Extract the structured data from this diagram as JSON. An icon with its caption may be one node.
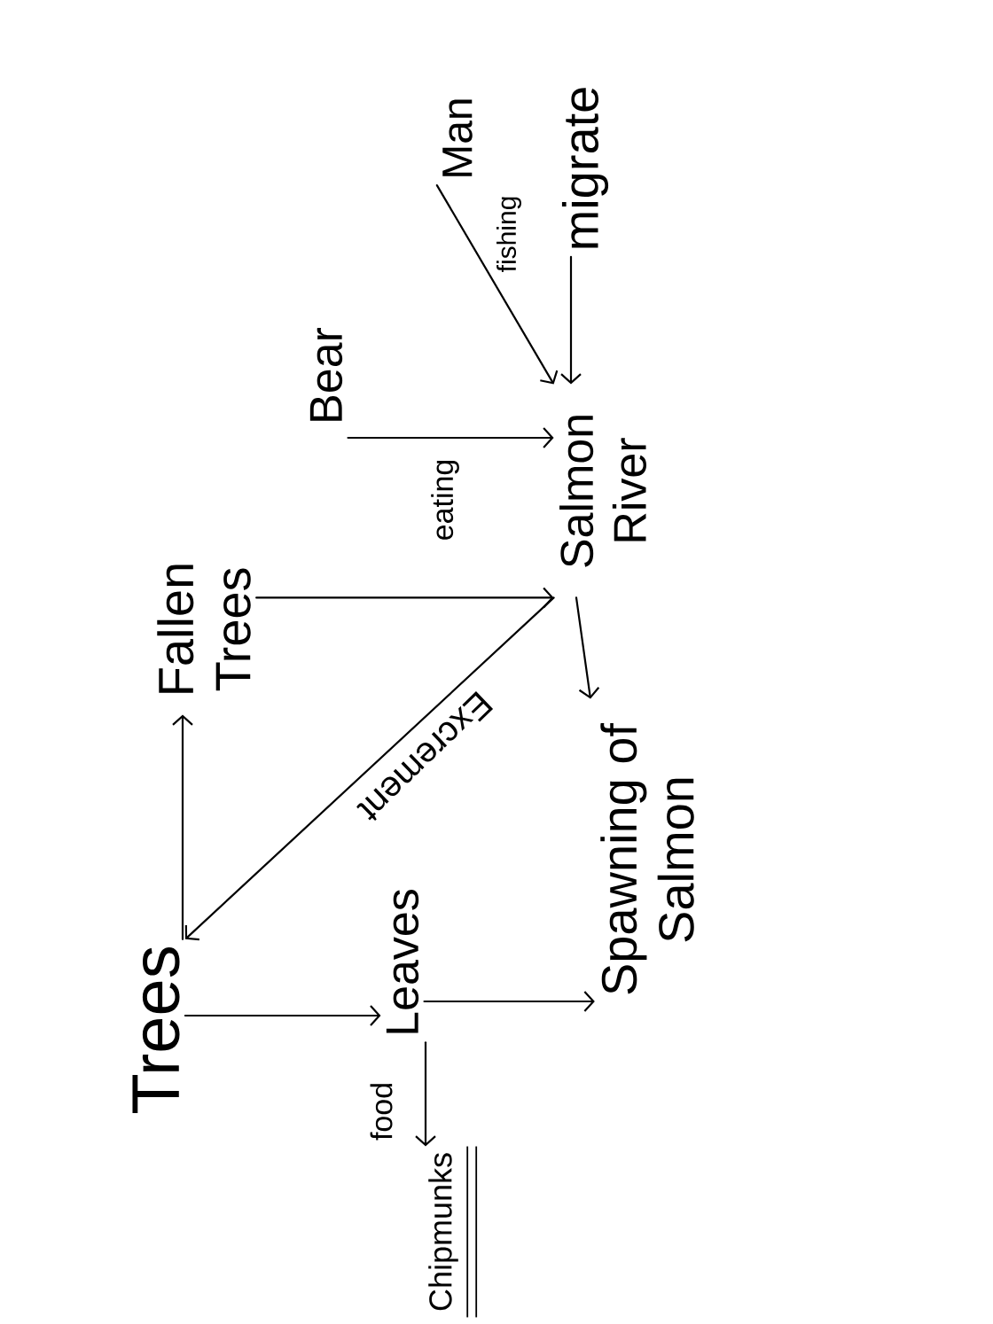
{
  "diagram": {
    "nodes": [
      {
        "text": [
          "Trees"
        ]
      },
      {
        "text": [
          "Fallen Trees"
        ]
      },
      {
        "text": [
          "Leaves"
        ]
      },
      {
        "text": [
          "Chipmunks"
        ]
      },
      {
        "text": [
          "Spawning of Salmon"
        ]
      },
      {
        "text": [
          "Salmon River"
        ]
      },
      {
        "text": [
          "Bear"
        ]
      },
      {
        "text": [
          "Man"
        ]
      },
      {
        "text": [
          "migrate"
        ]
      }
    ],
    "edges": [
      {
        "from": 0,
        "to": 1,
        "arrow": "to"
      },
      {
        "from": 0,
        "to": 2,
        "arrow": "to"
      },
      {
        "from": 2,
        "to": 4,
        "arrow": "to"
      },
      {
        "from": 2,
        "to": 3,
        "arrow": "to",
        "label": "food"
      },
      {
        "from": 1,
        "to": 5,
        "arrow": "to"
      },
      {
        "from": 5,
        "to": 0,
        "arrow": "to",
        "label": "Excrement"
      },
      {
        "from": 5,
        "to": 4,
        "arrow": "to"
      },
      {
        "from": 6,
        "to": 5,
        "arrow": "to",
        "label": "eating"
      },
      {
        "from": 7,
        "to": 5,
        "arrow": "to",
        "label": "fishing"
      },
      {
        "from": 8,
        "to": 5,
        "arrow": "to"
      }
    ]
  }
}
